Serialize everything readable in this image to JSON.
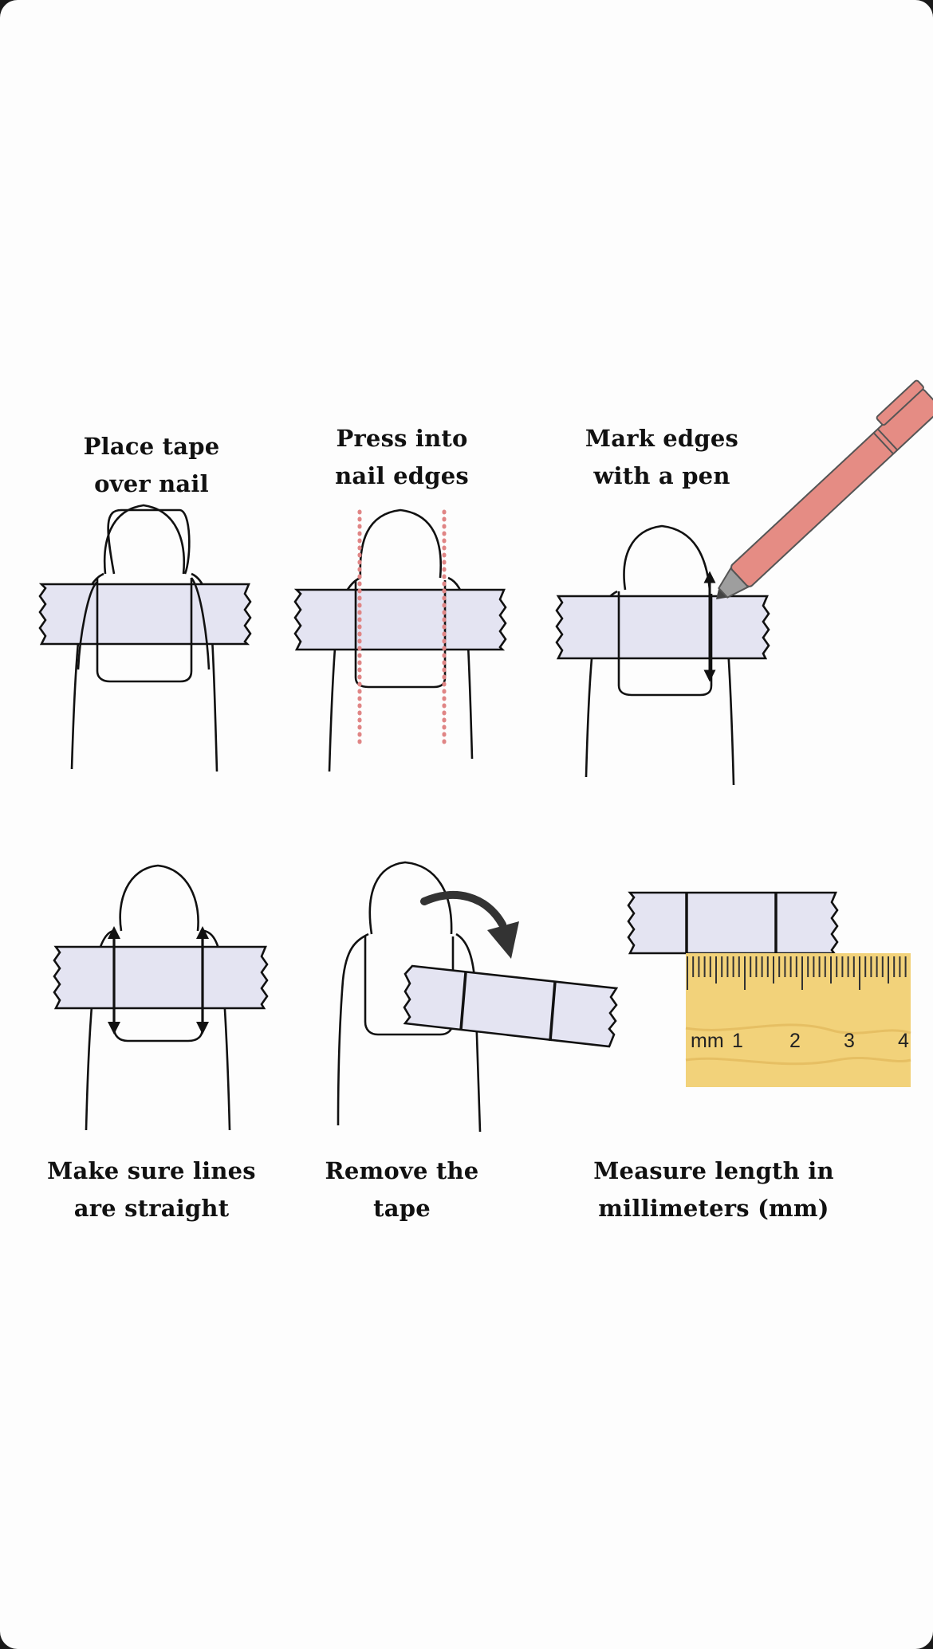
{
  "colors": {
    "background": "#fdfdfd",
    "tape": "#e4e4f2",
    "outline": "#111111",
    "dotted_guide": "#e08585",
    "pen_body": "#e58c84",
    "pen_tip": "#9e9e9e",
    "ruler": "#f2d27a",
    "arrow": "#333333"
  },
  "steps": [
    {
      "caption": "Place tape\nover nail"
    },
    {
      "caption": "Press into\nnail edges"
    },
    {
      "caption": "Mark edges\nwith a pen"
    },
    {
      "caption": "Make sure lines\nare straight"
    },
    {
      "caption": "Remove the\ntape"
    },
    {
      "caption": "Measure length in\nmillimeters (mm)"
    }
  ],
  "ruler": {
    "unit_label": "mm",
    "numbers": [
      "1",
      "2",
      "3",
      "4"
    ]
  },
  "icons": [
    "tape-icon",
    "finger-icon",
    "pen-icon",
    "curved-arrow-icon",
    "ruler-icon",
    "double-arrow-icon"
  ]
}
